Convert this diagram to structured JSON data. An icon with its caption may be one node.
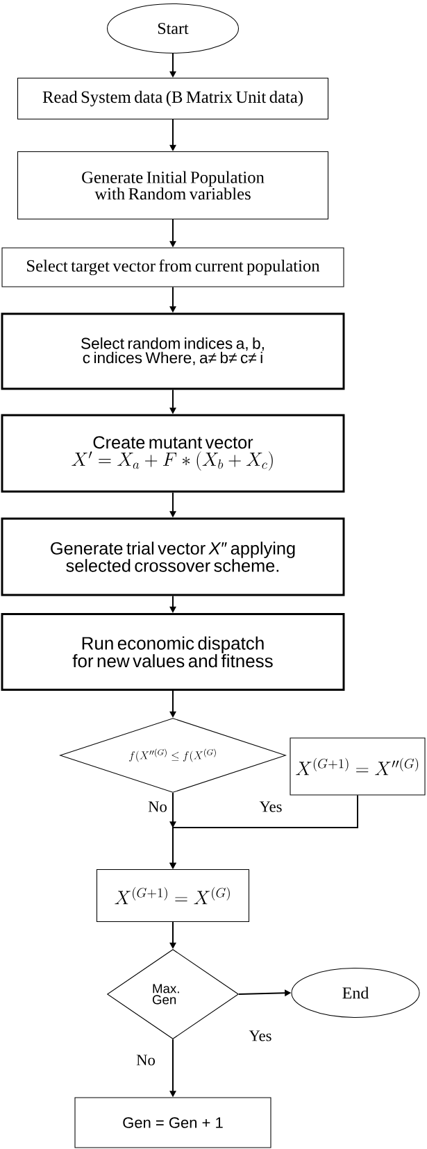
{
  "diagram": {
    "nodes": [
      {
        "text": [
          "Start"
        ]
      },
      {
        "text": [
          "Read System data (B Matrix Unit data)"
        ]
      },
      {
        "text": [
          "Generate Initial Population with Random variables"
        ]
      },
      {
        "text": [
          "Select target vector from current population"
        ]
      },
      {
        "text": [
          "Select random indices a, b, c indices Where, a≠ b≠ c≠ i"
        ]
      },
      {
        "text": [
          "Create mutant vector",
          "X^{\\prime} = X_{a} + F*(X_{b} + X_{c})"
        ]
      },
      {
        "text": [
          "Generate trial vector *X*″ applying selected crossover scheme."
        ]
      },
      {
        "text": [
          "Run economic dispatch for new values and fitness"
        ]
      },
      {
        "text": [
          "f(X^{\\prime\\prime(G)} \\leq f(X^{(G)}"
        ]
      },
      {
        "text": [
          "X^{(G+1)} = X^{\\prime\\prime(G)}"
        ]
      },
      {
        "text": [
          "X^{(G+1)} = X^{(G)}"
        ]
      },
      {
        "text": [
          "Max. Gen"
        ]
      },
      {
        "text": [
          "End"
        ]
      },
      {
        "text": [
          "Gen = Gen + 1"
        ]
      }
    ],
    "edges": [
      {
        "from": 0,
        "to": 1,
        "arrow": "to"
      },
      {
        "from": 1,
        "to": 2,
        "arrow": "to"
      },
      {
        "from": 2,
        "to": 3,
        "arrow": "to"
      },
      {
        "from": 3,
        "to": 4,
        "arrow": "to"
      },
      {
        "from": 4,
        "to": 5,
        "arrow": "to"
      },
      {
        "from": 5,
        "to": 6,
        "arrow": "to"
      },
      {
        "from": 6,
        "to": 7,
        "arrow": "to"
      },
      {
        "from": 7,
        "to": 8,
        "arrow": "to"
      },
      {
        "from": 8,
        "to": 10,
        "arrow": "to",
        "label": "No"
      },
      {
        "from": 9,
        "to": 10,
        "arrow": "to",
        "label": "Yes"
      },
      {
        "from": 10,
        "to": 11,
        "arrow": "to"
      },
      {
        "from": 11,
        "to": 12,
        "arrow": "to",
        "label": "Yes"
      },
      {
        "from": 11,
        "to": 13,
        "arrow": "to",
        "label": "No"
      }
    ]
  }
}
